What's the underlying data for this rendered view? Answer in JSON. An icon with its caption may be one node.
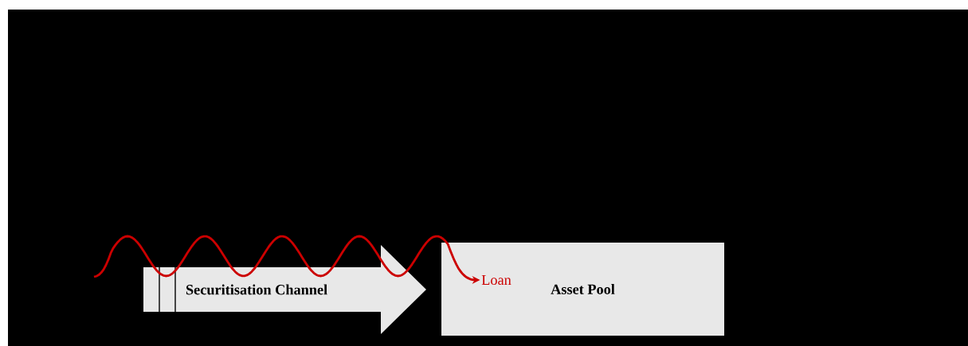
{
  "diagram": {
    "nodes": [
      {
        "text": [
          "Securitisation Channel"
        ]
      },
      {
        "text": [
          "Asset Pool"
        ]
      },
      {
        "text": [
          "Loan"
        ],
        "in": 1
      }
    ],
    "edges": [
      {
        "from": null,
        "to": 2,
        "arrow": "to",
        "color": "#cc0000"
      }
    ]
  }
}
